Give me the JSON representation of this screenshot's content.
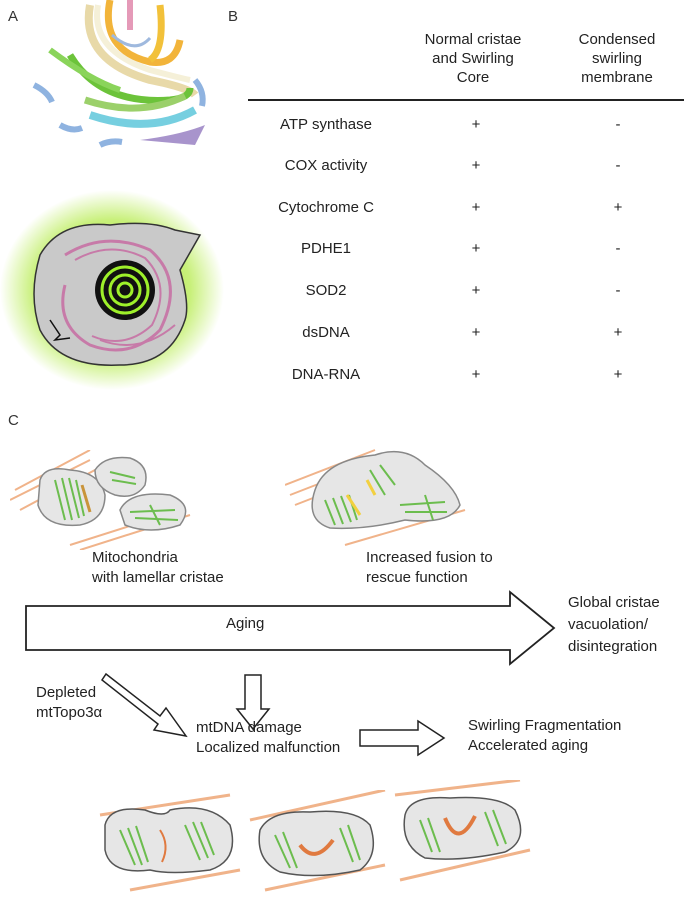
{
  "panels": {
    "a": "A",
    "b": "B",
    "c": "C"
  },
  "table": {
    "col1_header": [
      "Normal cristae",
      "and Swirling",
      "Core"
    ],
    "col2_header": [
      "Condensed",
      "swirling",
      "membrane"
    ],
    "rows": [
      {
        "label": "ATP synthase",
        "normal": "+",
        "condensed": "-"
      },
      {
        "label": "COX activity",
        "normal": "+",
        "condensed": "-"
      },
      {
        "label": "Cytochrome C",
        "normal": "+",
        "condensed": "+"
      },
      {
        "label": "PDHE1",
        "normal": "+",
        "condensed": "-"
      },
      {
        "label": "SOD2",
        "normal": "+",
        "condensed": "-"
      },
      {
        "label": "dsDNA",
        "normal": "+",
        "condensed": "+"
      },
      {
        "label": "DNA-RNA",
        "normal": "+",
        "condensed": "+"
      }
    ]
  },
  "flow": {
    "mito_label": [
      "Mitochondria",
      "with lamellar cristae"
    ],
    "fusion_label": [
      "Increased fusion to",
      "rescue function"
    ],
    "aging_label": "Aging",
    "global_label": [
      "Global cristae",
      "vacuolation/",
      "disintegration"
    ],
    "depleted_label": [
      "Depleted",
      "mtTopo3α"
    ],
    "damage_label": [
      "mtDNA damage",
      "Localized malfunction"
    ],
    "swirl_label": [
      "Swirling Fragmentation",
      "Accelerated aging"
    ]
  }
}
